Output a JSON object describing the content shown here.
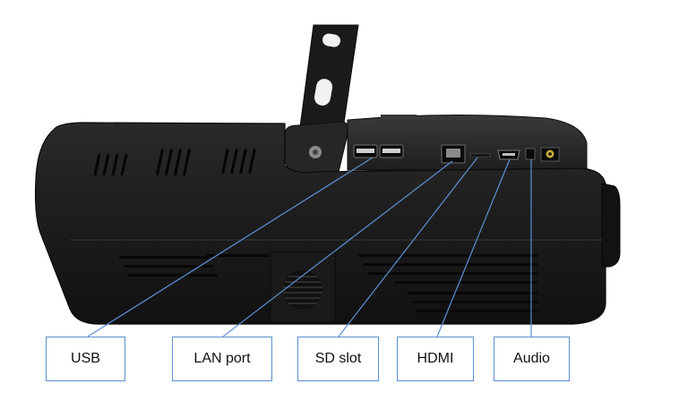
{
  "labels": {
    "usb": "USB",
    "lan": "LAN port",
    "sd": "SD slot",
    "hdmi": "HDMI",
    "audio": "Audio"
  },
  "colors": {
    "device_body": "#1e1e1f",
    "leader_lines": "#5b8fd0",
    "label_border": "#5b8fd0"
  }
}
